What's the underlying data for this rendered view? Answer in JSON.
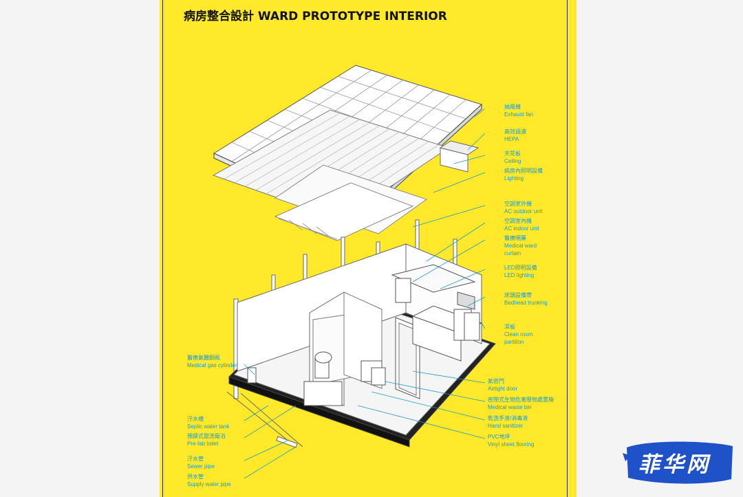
{
  "title": "病房整合設計 WARD PROTOTYPE INTERIOR",
  "labels": [
    {
      "zh": "抽風機",
      "en": "Exhaust fan"
    },
    {
      "zh": "高效過濾",
      "en": "HEPA"
    },
    {
      "zh": "天花板",
      "en": "Ceiling"
    },
    {
      "zh": "病房內照明設備",
      "en": "Lighting"
    },
    {
      "zh": "空調室外機",
      "en": "AC outdoor unit"
    },
    {
      "zh": "空調室內機",
      "en": "AC indoor unit"
    },
    {
      "zh": "醫療隔簾",
      "en": "Medical ward",
      "en2": "curtain"
    },
    {
      "zh": "LED照明設備",
      "en": "LED lighting"
    },
    {
      "zh": "床頭設備帶",
      "en": "Bedhead trunking"
    },
    {
      "zh": "潔板",
      "en": "Clean room",
      "en2": "partition"
    },
    {
      "zh": "氣密門",
      "en": "Airtight door"
    },
    {
      "zh": "密閉式生物危害廢物處置箱",
      "en": "Medical waste bin"
    },
    {
      "zh": "乾洗手液/消毒液",
      "en": "Hand sanitizer"
    },
    {
      "zh": "PVC地坪",
      "en": "Vinyl sheet flooring"
    },
    {
      "zh": "醫療氣體鋼瓶",
      "en": "Medical gas cylinder"
    },
    {
      "zh": "汙水槽",
      "en": "Septic water tank"
    },
    {
      "zh": "預鑄式盥洗衛浴",
      "en": "Pre-fab toilet"
    },
    {
      "zh": "汙水管",
      "en": "Sewer pipe"
    },
    {
      "zh": "供水管",
      "en": "Supply water pipe"
    }
  ],
  "watermark": "菲华网",
  "colors": {
    "poster": "#ffe92a",
    "label": "#1a9ac7",
    "line": "#333333",
    "watermark_bg": "#1f52c8"
  }
}
